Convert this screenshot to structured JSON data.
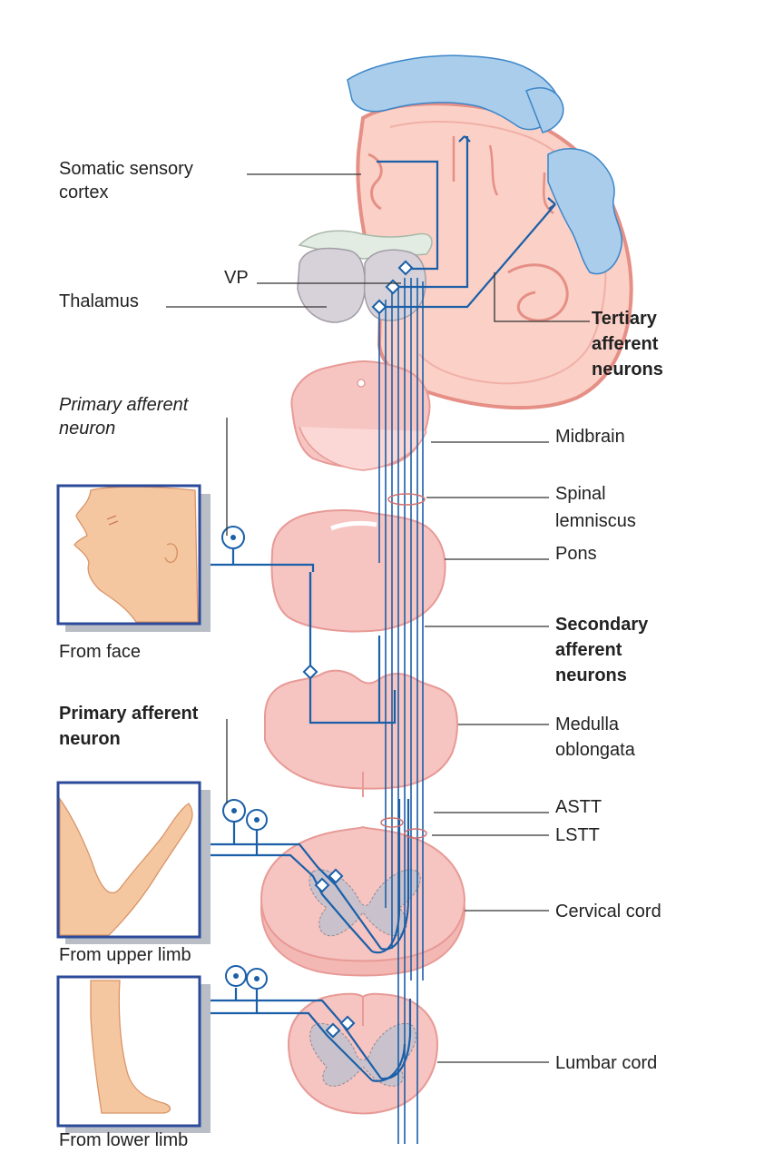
{
  "labels": {
    "somatic_cortex": [
      "Somatic sensory",
      "cortex"
    ],
    "vp": "VP",
    "thalamus": "Thalamus",
    "tertiary": [
      "Tertiary",
      "afferent",
      "neurons"
    ],
    "primary_italic": [
      "Primary afferent",
      "neuron"
    ],
    "midbrain": "Midbrain",
    "spinal_lemniscus": [
      "Spinal",
      "lemniscus"
    ],
    "pons": "Pons",
    "from_face": "From face",
    "secondary": [
      "Secondary",
      "afferent",
      "neurons"
    ],
    "medulla": [
      "Medulla",
      "oblongata"
    ],
    "primary_bold": [
      "Primary afferent",
      "neuron"
    ],
    "astt": "ASTT",
    "lstt": "LSTT",
    "cervical": "Cervical cord",
    "from_upper_limb": "From upper limb",
    "lumbar": "Lumbar cord",
    "from_lower_limb": "From lower limb"
  },
  "colors": {
    "nerve": "#1a5fa8",
    "tissue": "#f6c4c1",
    "homunculus": "#a9cdea",
    "frame": "#2c4a9a"
  }
}
